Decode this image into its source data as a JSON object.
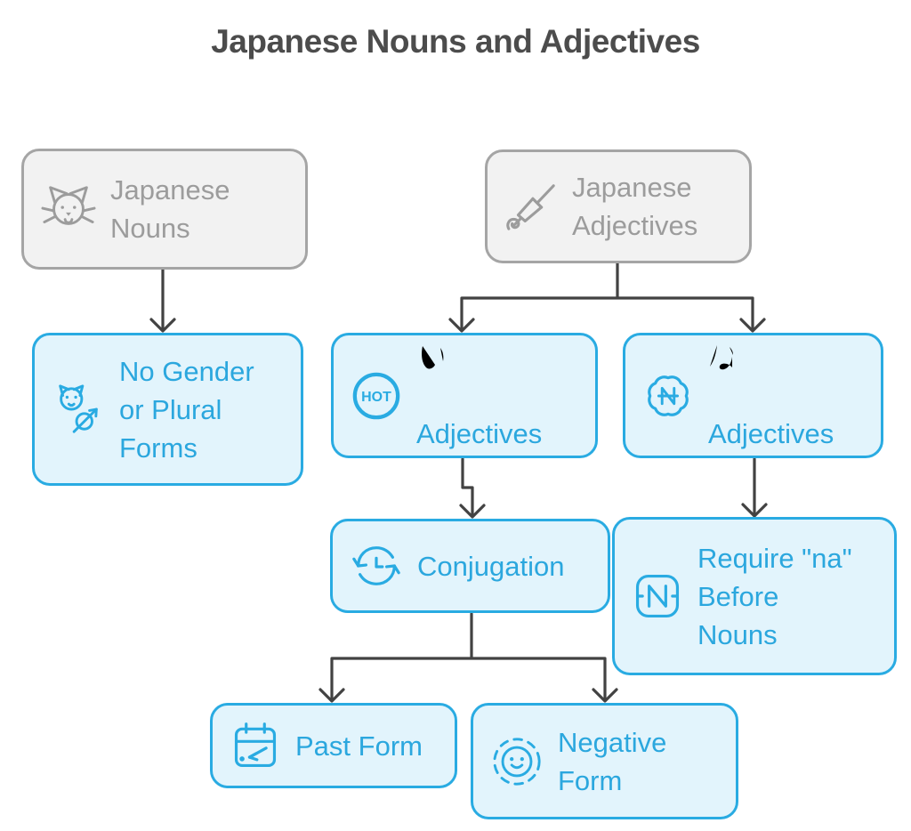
{
  "title": "Japanese Nouns and Adjectives",
  "colors": {
    "accent": "#29abe2",
    "accent_text": "#2ba7de",
    "node_fill": "#e2f4fc",
    "gray_border": "#a5a5a5",
    "gray_fill": "#f2f2f2",
    "gray_text": "#9c9c9c",
    "arrow": "#424242",
    "title_text": "#4c4c4c",
    "background": "#ffffff"
  },
  "nodes": {
    "japanese_nouns": {
      "label": "Japanese\nNouns",
      "icon": "cat-icon"
    },
    "japanese_adjectives": {
      "label": "Japanese\nAdjectives",
      "icon": "paintbrush-icon"
    },
    "no_gender": {
      "label": "No Gender\nor Plural\nForms",
      "icon": "cat-no-gender-icon"
    },
    "i_adjectives": {
      "label_line1": "い-",
      "label_line2": "Adjectives",
      "badge_text": "HOT",
      "icon": "hot-badge-icon"
    },
    "na_adjectives": {
      "label_line1": "な-",
      "label_line2": "Adjectives",
      "icon": "n-seal-icon"
    },
    "conjugation": {
      "label": "Conjugation",
      "icon": "clock-refresh-icon"
    },
    "require_na": {
      "label": "Require \"na\"\nBefore\nNouns",
      "icon": "n-square-icon"
    },
    "past_form": {
      "label": "Past Form",
      "icon": "calendar-past-icon"
    },
    "negative_form": {
      "label": "Negative\nForm",
      "icon": "smiley-dashed-icon"
    }
  },
  "edges": [
    {
      "from": "japanese_nouns",
      "to": "no_gender"
    },
    {
      "from": "japanese_adjectives",
      "to": "i_adjectives"
    },
    {
      "from": "japanese_adjectives",
      "to": "na_adjectives"
    },
    {
      "from": "i_adjectives",
      "to": "conjugation"
    },
    {
      "from": "na_adjectives",
      "to": "require_na"
    },
    {
      "from": "conjugation",
      "to": "past_form"
    },
    {
      "from": "conjugation",
      "to": "negative_form"
    }
  ]
}
